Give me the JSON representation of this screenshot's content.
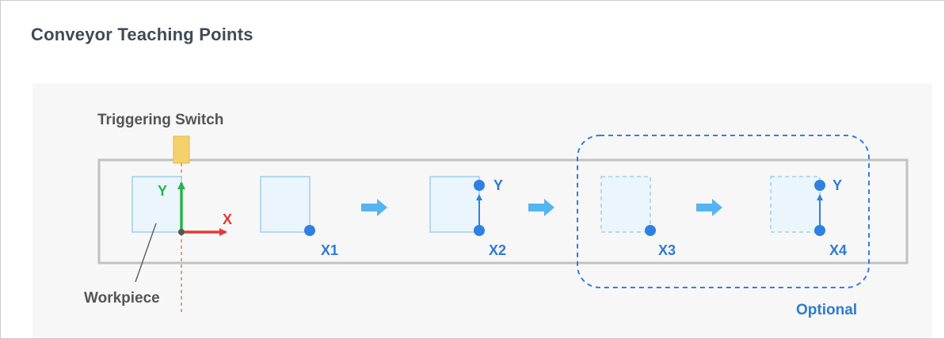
{
  "page": {
    "title": "Conveyor Teaching Points"
  },
  "labels": {
    "triggering_switch": "Triggering Switch",
    "workpiece": "Workpiece",
    "optional": "Optional",
    "axis_x": "X",
    "axis_y": "Y",
    "x1": "X1",
    "x2": "X2",
    "x3": "X3",
    "x4": "X4",
    "y2": "Y",
    "y4": "Y"
  },
  "colors": {
    "title": "#3f4b57",
    "blue_label": "#2f7bd0",
    "point": "#2f80e0",
    "arrow": "#56b4f0",
    "x_axis": "#e53935",
    "y_axis": "#2bb24c",
    "switch": "#f5d16b",
    "box_fill": "#eaf5fc",
    "box_stroke": "#9fd0ea",
    "belt": "#c2c2c2",
    "trigger_line": "#e57373"
  }
}
